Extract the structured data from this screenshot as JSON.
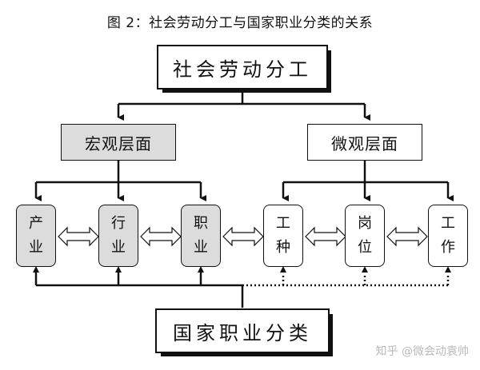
{
  "title": "图 2：社会劳动分工与国家职业分类的关系",
  "top_node": "社会劳动分工",
  "macro_node": "宏观层面",
  "micro_node": "微观层面",
  "macro_leaves": [
    {
      "line1": "产",
      "line2": "业"
    },
    {
      "line1": "行",
      "line2": "业"
    },
    {
      "line1": "职",
      "line2": "业"
    }
  ],
  "micro_leaves": [
    {
      "line1": "工",
      "line2": "种"
    },
    {
      "line1": "岗",
      "line2": "位"
    },
    {
      "line1": "工",
      "line2": "作"
    }
  ],
  "bottom_node": "国家职业分类",
  "watermark": "知乎 @微会动袁帅",
  "colors": {
    "line": "#111111",
    "gray_fill": "#dcdcdc",
    "white_fill": "#ffffff"
  }
}
